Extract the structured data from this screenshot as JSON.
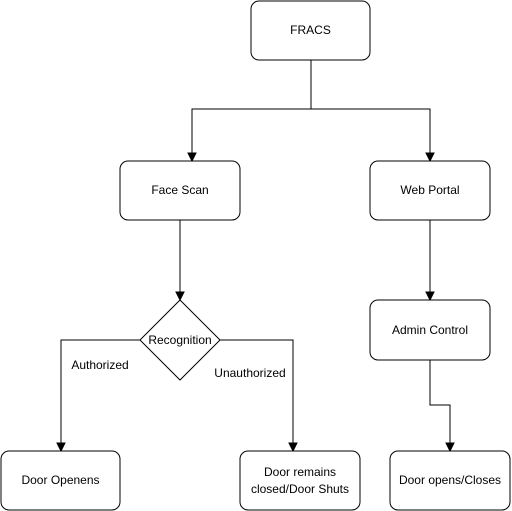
{
  "nodes": {
    "fracs": {
      "label": "FRACS"
    },
    "face_scan": {
      "label": "Face Scan"
    },
    "web_portal": {
      "label": "Web Portal"
    },
    "recognition": {
      "label": "Recognition"
    },
    "admin_control": {
      "label": "Admin Control"
    },
    "door_openens": {
      "label": "Door Openens"
    },
    "door_remains": {
      "label_line1": "Door remains",
      "label_line2": "closed/Door Shuts"
    },
    "door_opens_closes": {
      "label": "Door opens/Closes"
    }
  },
  "edges": {
    "authorized": {
      "label": "Authorized"
    },
    "unauthorized": {
      "label": "Unauthorized"
    }
  }
}
